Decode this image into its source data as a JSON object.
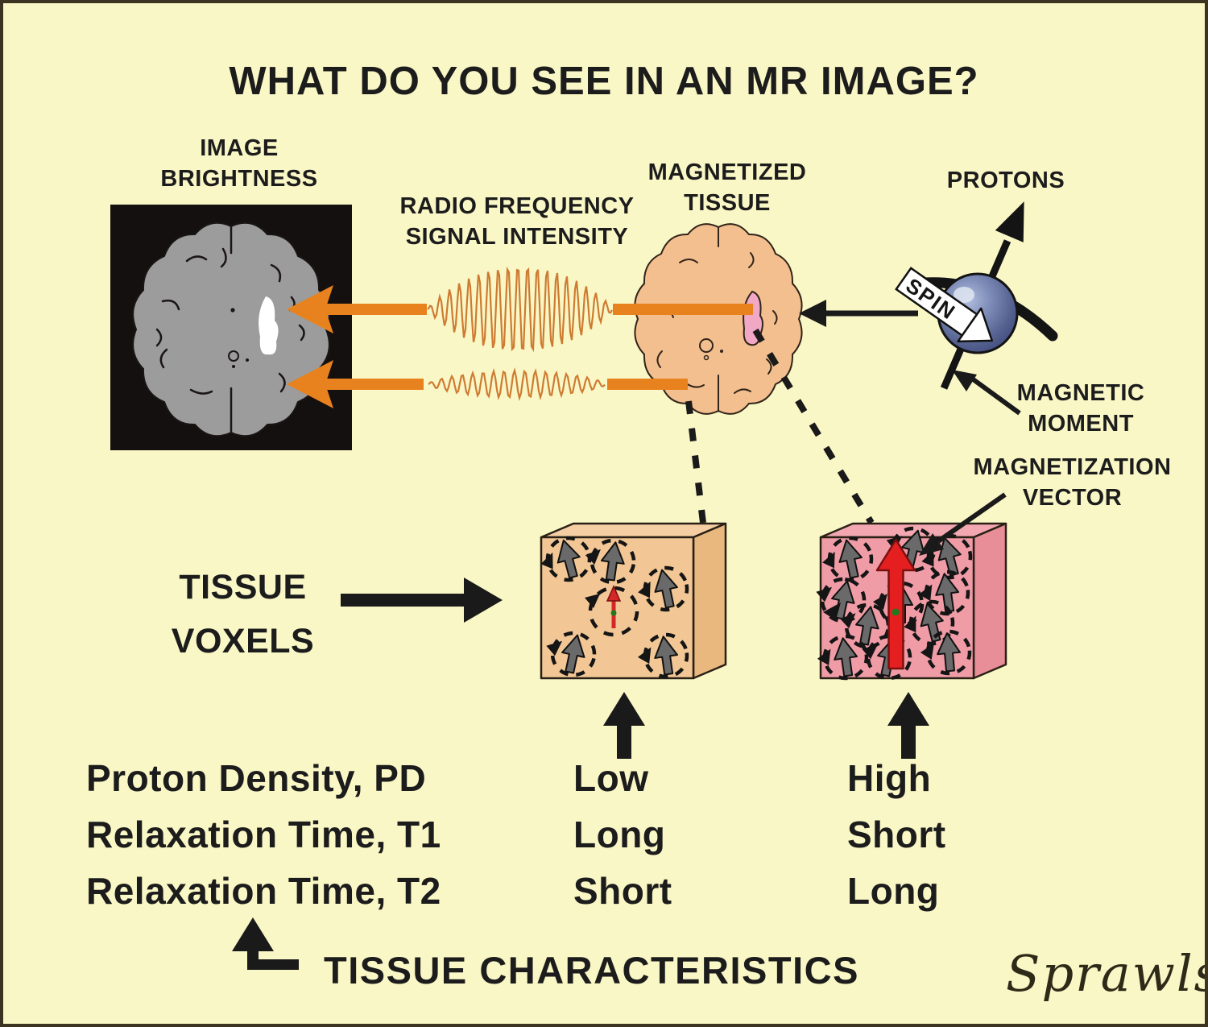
{
  "page": {
    "title": "WHAT DO YOU SEE IN AN MR IMAGE?",
    "signature": "Sprawls"
  },
  "labels": {
    "image_brightness": [
      "IMAGE",
      "BRIGHTNESS"
    ],
    "rf_signal": [
      "RADIO FREQUENCY",
      "SIGNAL INTENSITY"
    ],
    "magnetized_tissue": [
      "MAGNETIZED",
      "TISSUE"
    ],
    "protons": "PROTONS",
    "spin": "SPIN",
    "magnetic_moment": [
      "MAGNETIC",
      "MOMENT"
    ],
    "magnetization_vector": [
      "MAGNETIZATION",
      "VECTOR"
    ],
    "tissue_voxels": [
      "TISSUE",
      "VOXELS"
    ],
    "tissue_characteristics": "TISSUE CHARACTERISTICS"
  },
  "table": {
    "rows": [
      {
        "characteristic": "Proton Density, PD",
        "low_voxel": "Low",
        "high_voxel": "High"
      },
      {
        "characteristic": "Relaxation Time, T1",
        "low_voxel": "Long",
        "high_voxel": "Short"
      },
      {
        "characteristic": "Relaxation Time, T2",
        "low_voxel": "Short",
        "high_voxel": "Long"
      }
    ]
  },
  "colors": {
    "background": "#FAF7C6",
    "border": "#3C3420",
    "text": "#1C1C1C",
    "orange_arrow": "#E8821E",
    "rf_wave": "#CE7B32",
    "mr_panel_bg": "#151010",
    "mr_brain_gray": "#9C9C9C",
    "lesion_white": "#FFFFFF",
    "tissue_brain_tan": "#F3BF8F",
    "tissue_lesion_pink": "#F0A8C4",
    "voxel_low_fill": "#F2C795",
    "voxel_high_fill": "#EF9CA6",
    "proton_arrow_gray": "#6A6A6A",
    "magnetization_red": "#E51F1F",
    "proton_sphere_blue": "#55628F",
    "green_dot": "#1F7A1F"
  }
}
